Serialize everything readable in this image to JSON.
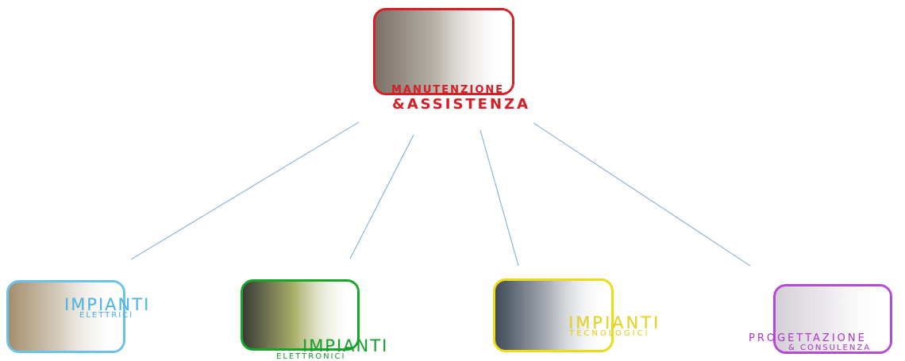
{
  "root": {
    "title": "MANUTENZIONE",
    "subtitle": "&ASSISTENZA",
    "color": "#d42027"
  },
  "children": [
    {
      "title": "IMPIANTI",
      "subtitle": "ELETTRICI",
      "color": "#4fb7e6"
    },
    {
      "title": "IMPIANTI",
      "subtitle": "ELETTRONICI",
      "color": "#19a12e"
    },
    {
      "title": "IMPIANTI",
      "subtitle": "TECNOLOGICI",
      "color": "#e8d51b"
    },
    {
      "title": "PROGETTAZIONE",
      "subtitle": "& CONSULENZA",
      "color": "#b03ccc"
    }
  ],
  "connector_color": "#7fa6cf"
}
